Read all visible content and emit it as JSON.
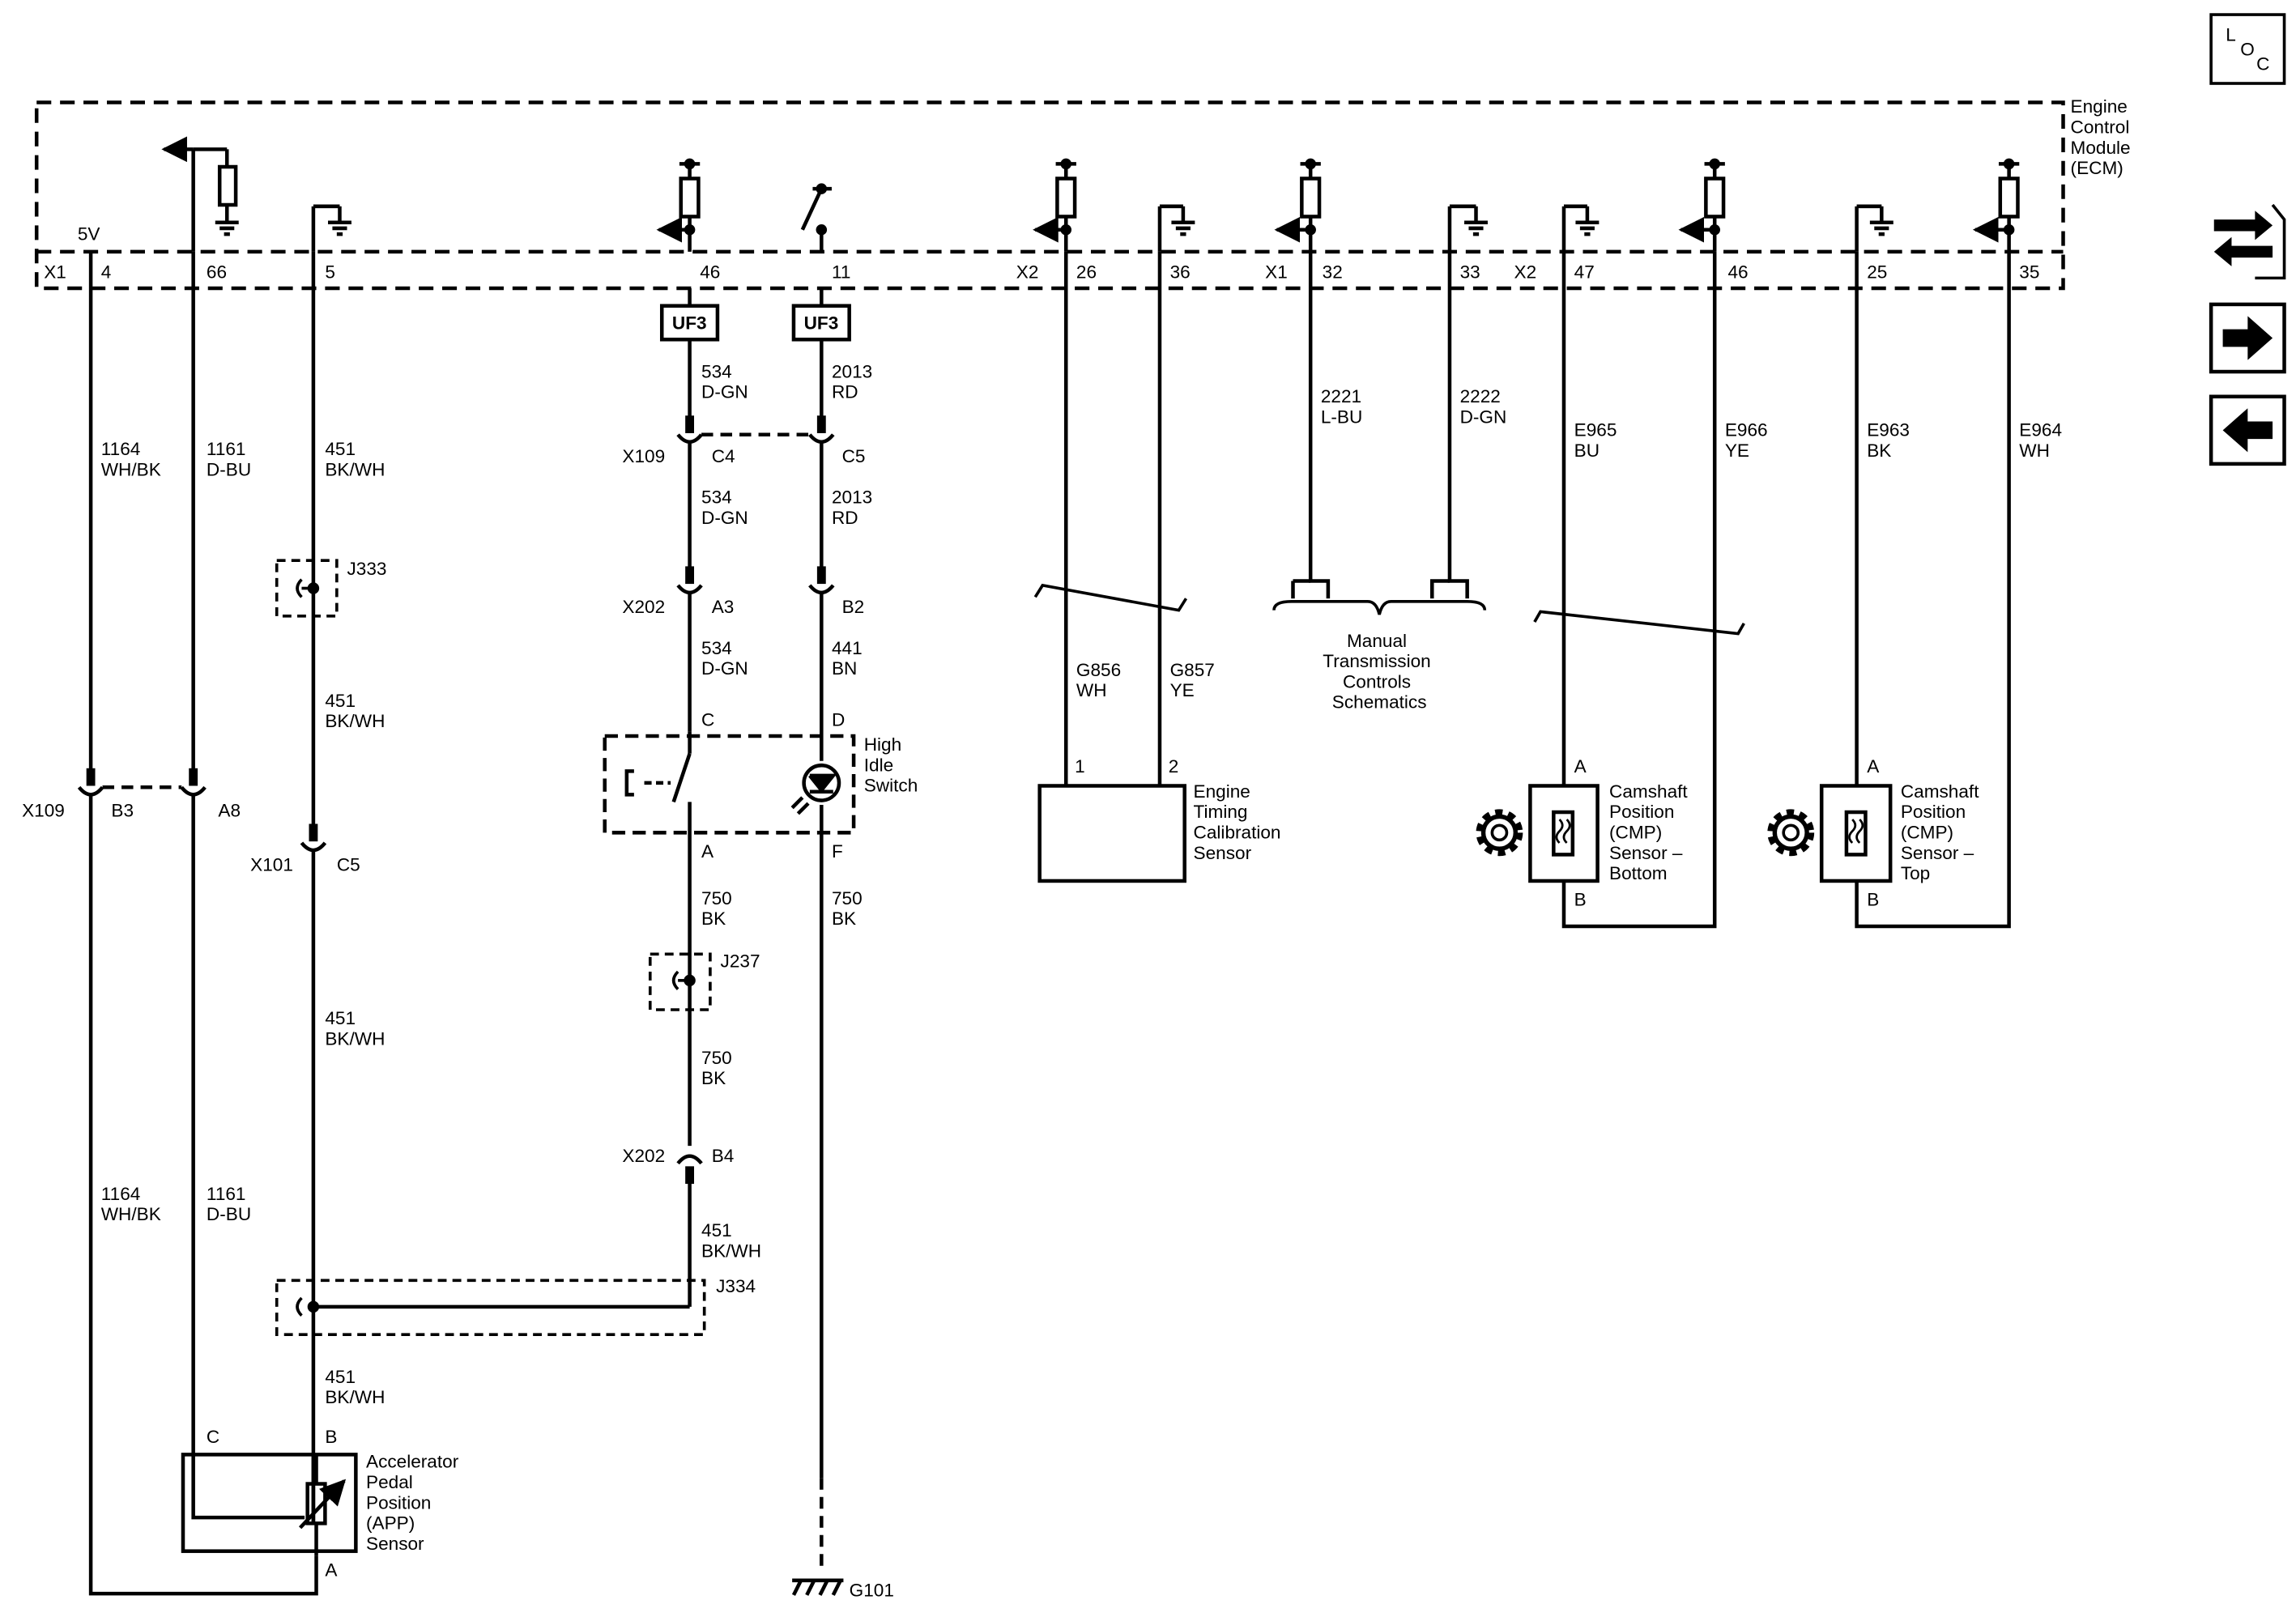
{
  "ecm": {
    "title_lines": [
      "Engine",
      "Control",
      "Module",
      "(ECM)"
    ]
  },
  "connectors": {
    "x1_left": "X1",
    "x2_mid": "X2",
    "x1_mid": "X1",
    "x2_right": "X2",
    "pin_4": "4",
    "pin_66": "66",
    "pin_5": "5",
    "pin_46": "46",
    "pin_11": "11",
    "pin_26": "26",
    "pin_36": "36",
    "pin_32": "32",
    "pin_33": "33",
    "pin_47": "47",
    "pin_46b": "46",
    "pin_25": "25",
    "pin_35": "35",
    "volt_5v": "5V"
  },
  "fuses": {
    "uf3_left": "UF3",
    "uf3_right": "UF3"
  },
  "wires": {
    "w1164_top": [
      "1164",
      "WH/BK"
    ],
    "w1161_top": [
      "1161",
      "D-BU"
    ],
    "w451_top": [
      "451",
      "BK/WH"
    ],
    "w534_1": [
      "534",
      "D-GN"
    ],
    "w2013_1": [
      "2013",
      "RD"
    ],
    "w534_2": [
      "534",
      "D-GN"
    ],
    "w2013_2": [
      "2013",
      "RD"
    ],
    "w534_3": [
      "534",
      "D-GN"
    ],
    "w441": [
      "441",
      "BN"
    ],
    "w451_mid1": [
      "451",
      "BK/WH"
    ],
    "w451_mid2": [
      "451",
      "BK/WH"
    ],
    "w750_1": [
      "750",
      "BK"
    ],
    "w750_2": [
      "750",
      "BK"
    ],
    "w750_3": [
      "750",
      "BK"
    ],
    "w1164_bot": [
      "1164",
      "WH/BK"
    ],
    "w1161_bot": [
      "1161",
      "D-BU"
    ],
    "w451_low": [
      "451",
      "BK/WH"
    ],
    "w451_app": [
      "451",
      "BK/WH"
    ],
    "w2221": [
      "2221",
      "L-BU"
    ],
    "w2222": [
      "2222",
      "D-GN"
    ],
    "we965": [
      "E965",
      "BU"
    ],
    "we966": [
      "E966",
      "YE"
    ],
    "we963": [
      "E963",
      "BK"
    ],
    "we964": [
      "E964",
      "WH"
    ],
    "wg856": [
      "G856",
      "WH"
    ],
    "wg857": [
      "G857",
      "YE"
    ]
  },
  "inline_connectors": {
    "x109_top": "X109",
    "c4": "C4",
    "c5_top": "C5",
    "x202_a": "X202",
    "a3": "A3",
    "b2": "B2",
    "x109_left": "X109",
    "b3": "B3",
    "a8": "A8",
    "x101": "X101",
    "c5_left": "C5",
    "x202_b": "X202",
    "b4": "B4"
  },
  "splices": {
    "j333": "J333",
    "j237": "J237",
    "j334": "J334"
  },
  "components": {
    "high_idle": {
      "lines": [
        "High",
        "Idle",
        "Switch"
      ],
      "pin_c": "C",
      "pin_d": "D",
      "pin_a": "A",
      "pin_f": "F"
    },
    "engine_timing": {
      "lines": [
        "Engine",
        "Timing",
        "Calibration",
        "Sensor"
      ],
      "pin_1": "1",
      "pin_2": "2"
    },
    "manual_trans": {
      "lines": [
        "Manual",
        "Transmission",
        "Controls",
        "Schematics"
      ]
    },
    "cmp_bottom": {
      "lines": [
        "Camshaft",
        "Position",
        "(CMP)",
        "Sensor –",
        "Bottom"
      ],
      "pin_a": "A",
      "pin_b": "B"
    },
    "cmp_top": {
      "lines": [
        "Camshaft",
        "Position",
        "(CMP)",
        "Sensor –",
        "Top"
      ],
      "pin_a": "A",
      "pin_b": "B"
    },
    "app_sensor": {
      "lines": [
        "Accelerator",
        "Pedal",
        "Position",
        "(APP)",
        "Sensor"
      ],
      "pin_c": "C",
      "pin_b": "B",
      "pin_a": "A"
    },
    "ground": "G101"
  },
  "nav": {
    "loc_letters": [
      "L",
      "O",
      "C"
    ]
  }
}
